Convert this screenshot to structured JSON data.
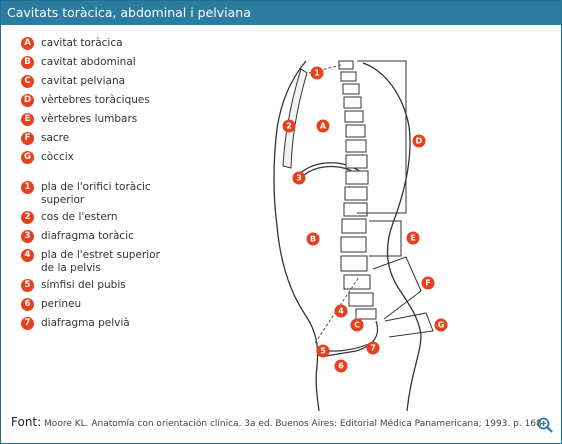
{
  "title": "Cavitats toràcica, abdominal i pelviana",
  "legend_letters": [
    {
      "badge": "A",
      "label": "cavitat toràcica"
    },
    {
      "badge": "B",
      "label": "cavitat abdominal"
    },
    {
      "badge": "C",
      "label": "cavitat pelviana"
    },
    {
      "badge": "D",
      "label": "vèrtebres toràciques"
    },
    {
      "badge": "E",
      "label": "vèrtebres lumbars"
    },
    {
      "badge": "F",
      "label": "sacre"
    },
    {
      "badge": "G",
      "label": "còccix"
    }
  ],
  "legend_numbers": [
    {
      "badge": "1",
      "label": "pla de l'orifici toràcic superior"
    },
    {
      "badge": "2",
      "label": "cos de l'estern"
    },
    {
      "badge": "3",
      "label": "diafragma toràcic"
    },
    {
      "badge": "4",
      "label": "pla de l'estret superior de la pelvis"
    },
    {
      "badge": "5",
      "label": "símfisi del pubis"
    },
    {
      "badge": "6",
      "label": "perineu"
    },
    {
      "badge": "7",
      "label": "diafragma pelvià"
    }
  ],
  "source": {
    "label": "Font:",
    "text": "Moore KL. Anatomía con orientación clínica. 3a ed. Buenos Aires: Editorial Médica Panamericana; 1993. p. 168."
  },
  "colors": {
    "title_bar": "#2a7d9f",
    "badge": "#e8401c"
  },
  "icons": {
    "zoom": "magnifier-plus-icon"
  }
}
